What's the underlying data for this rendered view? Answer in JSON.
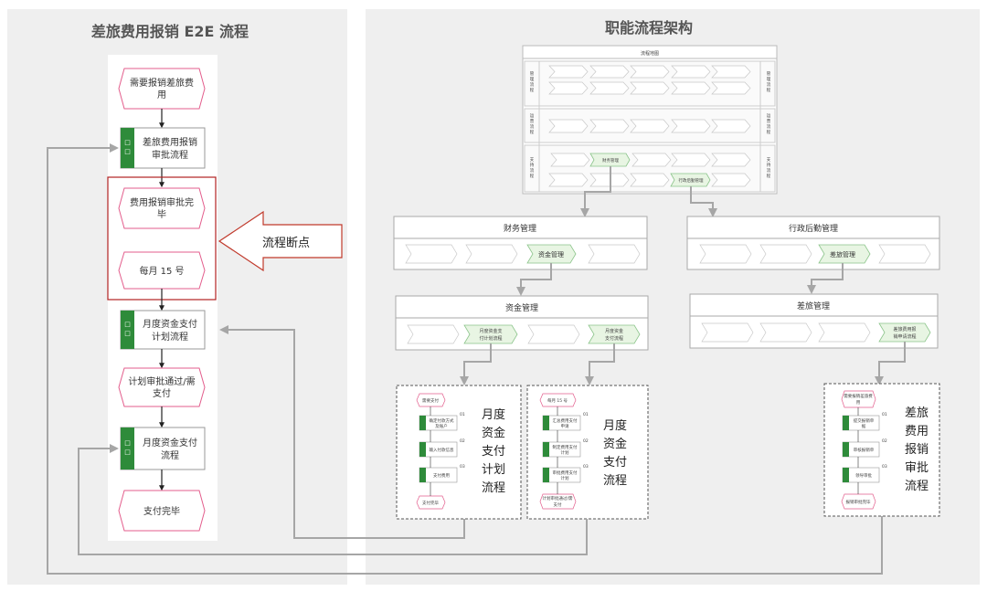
{
  "left": {
    "title": "差旅费用报销 E2E 流程",
    "n1": [
      "需要报销差旅费",
      "用"
    ],
    "n2": [
      "差旅费用报销",
      "审批流程"
    ],
    "n3": [
      "费用报销审批完",
      "毕"
    ],
    "n4": "每月 15 号",
    "n5": [
      "月度资金支付",
      "计划流程"
    ],
    "n6": [
      "计划审批通过/需",
      "支付"
    ],
    "n7": [
      "月度资金支付",
      "流程"
    ],
    "n8": "支付完毕",
    "break_label": "流程断点"
  },
  "right": {
    "title": "职能流程架构",
    "map": {
      "title": "流程地图",
      "row1_left": [
        "管",
        "理",
        "流",
        "程"
      ],
      "row1_right": [
        "管",
        "理",
        "流",
        "程"
      ],
      "row2_left": [
        "运",
        "营",
        "流",
        "程"
      ],
      "row2_right": [
        "运",
        "营",
        "流",
        "程"
      ],
      "row3_left": [
        "支",
        "持",
        "流",
        "程"
      ],
      "row3_right": [
        "支",
        "持",
        "流",
        "程"
      ],
      "finance_chip": "财务管理",
      "admin_chip": "行政后勤管理"
    },
    "finance": {
      "title": "财务管理",
      "chip": "资金管理"
    },
    "admin": {
      "title": "行政后勤管理",
      "chip": "差旅管理"
    },
    "funds": {
      "title": "资金管理",
      "chip1": [
        "月度资金支",
        "付计划流程"
      ],
      "chip2": [
        "月度资金",
        "支付流程"
      ]
    },
    "travel": {
      "title": "差旅管理",
      "chip": [
        "差旅费用报",
        "销申请流程"
      ]
    },
    "proc1": {
      "label": [
        "月度",
        "资金",
        "支付",
        "计划",
        "流程"
      ],
      "start": "需要支付",
      "s1": [
        "确定付款方式",
        "及账户"
      ],
      "s2": "输入付款信息",
      "s3": "支付费用",
      "end": "支付完毕",
      "nums": [
        "01",
        "02",
        "03"
      ]
    },
    "proc2": {
      "label": [
        "月度",
        "资金",
        "支付",
        "流程"
      ],
      "start": "每月 15 号",
      "s1": [
        "汇总费用支付",
        "申请"
      ],
      "s2": [
        "制定费用支付",
        "计划"
      ],
      "s3": [
        "审批费用支付",
        "计划"
      ],
      "end": [
        "计划审批通过/需",
        "支付"
      ],
      "nums": [
        "01",
        "02",
        "03"
      ]
    },
    "proc3": {
      "label": [
        "差旅",
        "费用",
        "报销",
        "审批",
        "流程"
      ],
      "start": [
        "需要报销差旅费",
        "用"
      ],
      "s1": [
        "提交报销单",
        "据"
      ],
      "s2": "审核报销单",
      "s3": "领导审批",
      "end": "报销审批完毕",
      "nums": [
        "01",
        "02",
        "03"
      ]
    }
  }
}
